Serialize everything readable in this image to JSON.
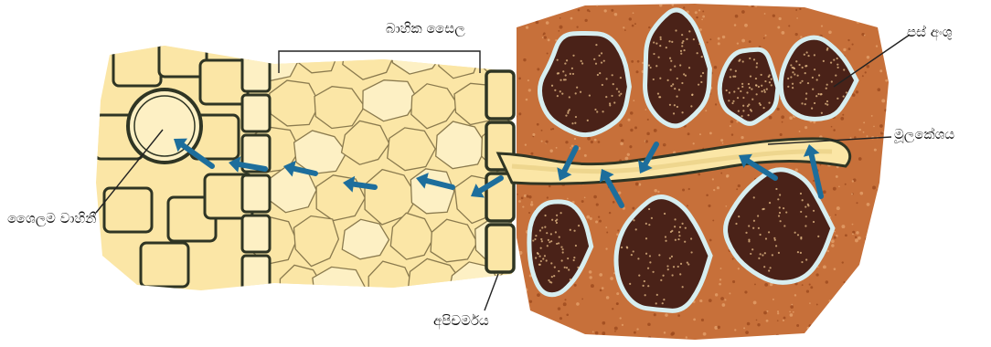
{
  "labels": {
    "cortex": "බාහික සෛල",
    "soil_particles": "පස් අංශු",
    "root_hair": "මූලකේශය",
    "xylem": "ශෛලම වාහිනී",
    "epidermis": "අපිචර්මය"
  },
  "colors": {
    "background": "#ffffff",
    "cell_fill": "#fbe6a6",
    "cell_fill_light": "#fdf0c4",
    "cell_wall": "#2f3524",
    "soil": "#c7703a",
    "soil_dot": "#9c4a1e",
    "particle_fill": "#4a2218",
    "particle_speck": "#e9c08a",
    "particle_rim": "#d7eef0",
    "arrow": "#1d6e9c",
    "line": "#222222"
  },
  "icons": {
    "water_flow": "arrow-icon",
    "soil_particle": "soil-particle-icon"
  }
}
